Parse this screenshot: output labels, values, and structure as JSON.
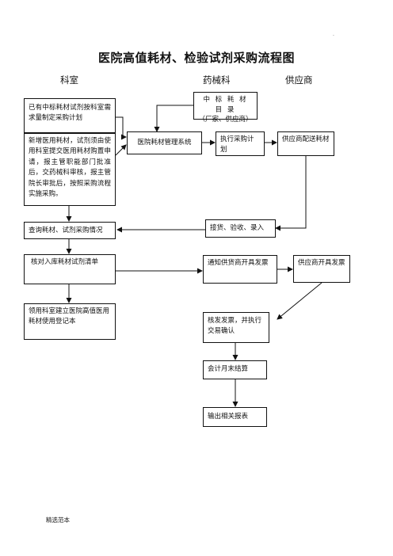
{
  "title": "医院高值耗材、检验试剂采购流程图",
  "columns": {
    "department": "科室",
    "pharmacy": "药械科",
    "supplier": "供应商"
  },
  "nodes": {
    "catalog": {
      "line1": "中 标 耗 材 目 录",
      "line2": "（厂家、供应商）"
    },
    "existing": "已有中标耗材试剂按科室需求量制定采购计划",
    "new_request": "新增医用耗材，试剂须由使用科室提交医用耗材购置申请，报主管职能部门批准后，交药械科审核，报主管院长审批后，按照采购流程实施采购。",
    "system": "医院耗材管理系统",
    "execute_plan": "执行采购计划",
    "supplier_deliver": "供应商配送耗材",
    "receive": "接货、验收、录入",
    "query": "查询耗材、试剂采购情况",
    "check_list": "核对入库耗材试剂清单",
    "notify_invoice": "通知供货商开具发票",
    "supplier_invoice": "供应商开具发票",
    "register": "领用科室建立医院高值医用耗材使用登记本",
    "verify_invoice": "核发发票，并执行交易确认",
    "month_settle": "会计月末结算",
    "output_report": "输出相关报表"
  },
  "footer": "精选范本",
  "marks": {
    "top_dot": "."
  }
}
